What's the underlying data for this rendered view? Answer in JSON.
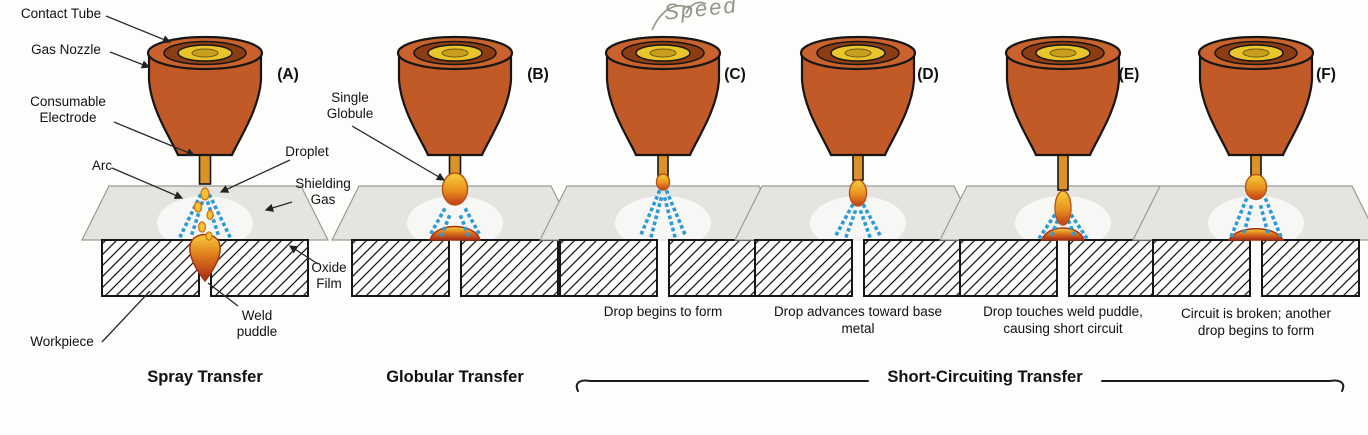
{
  "note": {
    "handwritten": "Speed"
  },
  "panels": [
    {
      "letter": "(A)"
    },
    {
      "letter": "(B)"
    },
    {
      "letter": "(C)",
      "caption": "Drop begins to form"
    },
    {
      "letter": "(D)",
      "caption": "Drop advances toward base metal"
    },
    {
      "letter": "(E)",
      "caption": "Drop touches weld puddle, causing short circuit"
    },
    {
      "letter": "(F)",
      "caption": "Circuit is broken; another drop begins to form"
    }
  ],
  "callouts": {
    "contact_tube": "Contact Tube",
    "gas_nozzle": "Gas Nozzle",
    "consumable_electrode": "Consumable Electrode",
    "arc": "Arc",
    "droplet": "Droplet",
    "shielding_gas": "Shielding Gas",
    "oxide_film": "Oxide Film",
    "weld_puddle": "Weld puddle",
    "workpiece": "Workpiece",
    "single_globule": "Single Globule"
  },
  "headings": {
    "spray": "Spray Transfer",
    "globular": "Globular Transfer",
    "short_circuiting": "Short-Circuiting Transfer"
  },
  "colors": {
    "nozzle_body": "#C25A27",
    "contact_tube_yellow": "#E9C52B",
    "arc_blue": "#2E9BD6",
    "drop_yellow": "#F2C231",
    "puddle_red": "#B5301C",
    "backdrop_gray": "#E4E4E1"
  }
}
